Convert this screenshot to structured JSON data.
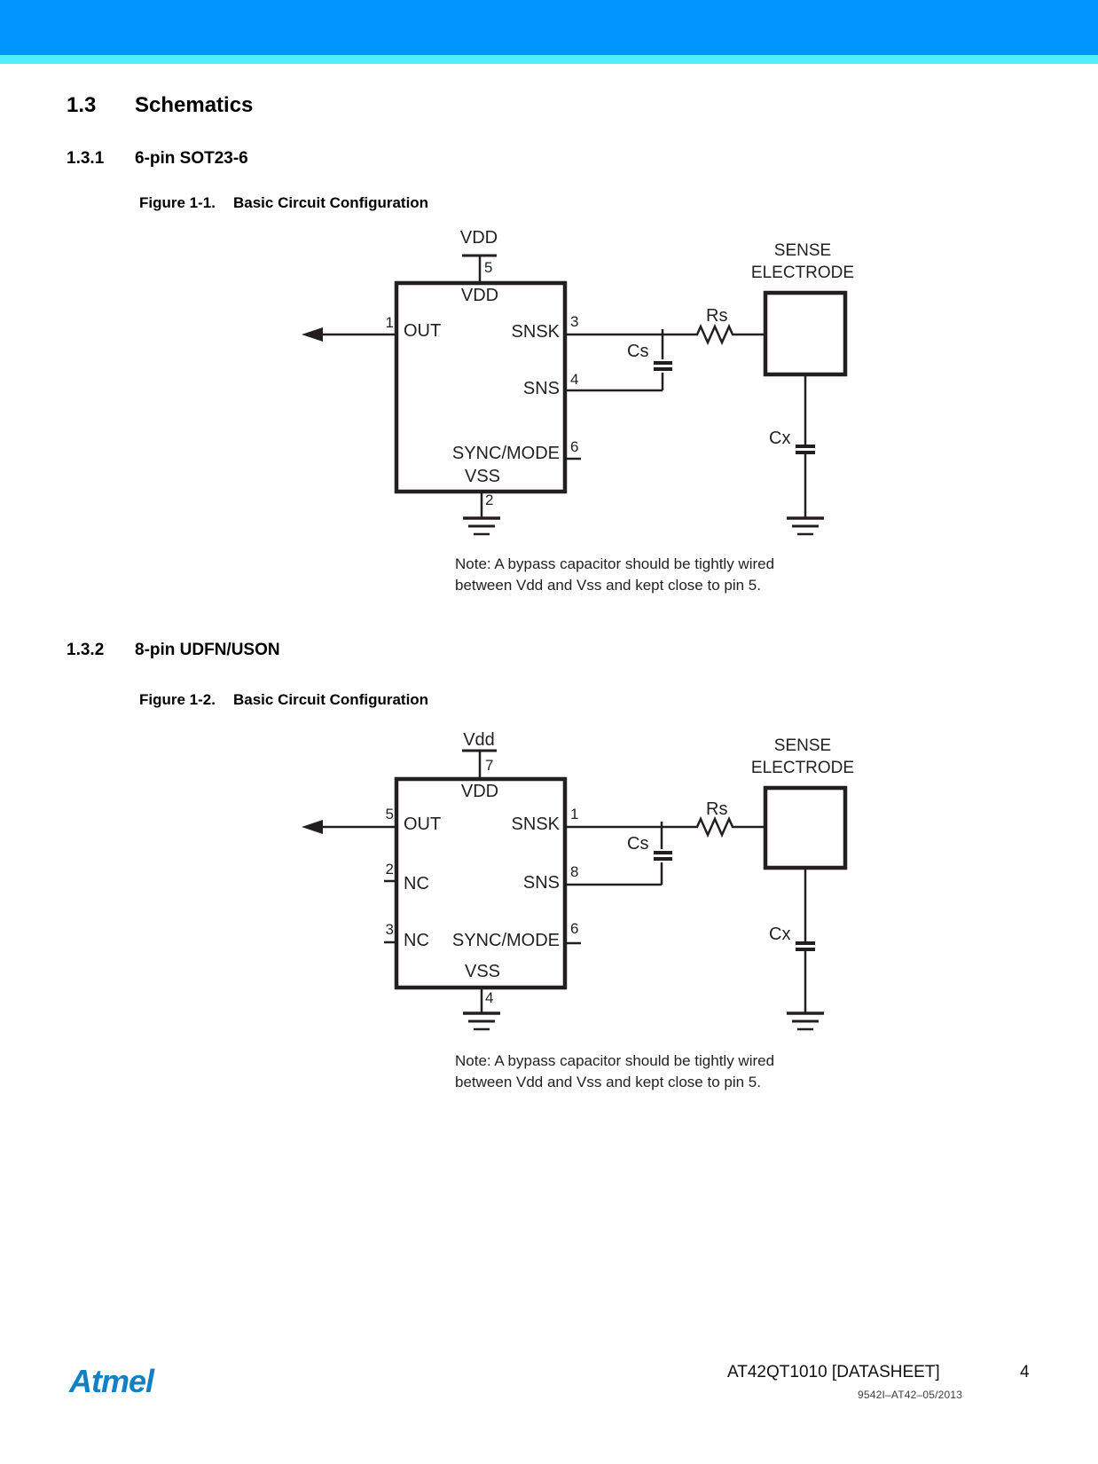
{
  "colors": {
    "header_blue": "#0095ff",
    "header_cyan": "#52ecff",
    "logo_blue": "#1380c4",
    "ink": "#231f20"
  },
  "header": {
    "section_number": "1.3",
    "section_title": "Schematics"
  },
  "sections": [
    {
      "number": "1.3.1",
      "title": "6-pin SOT23-6",
      "figure_label": "Figure 1-1.",
      "figure_title": "Basic Circuit Configuration",
      "note_line1": "Note: A bypass capacitor should be tightly wired",
      "note_line2": "between Vdd and Vss and kept close to pin 5."
    },
    {
      "number": "1.3.2",
      "title": "8-pin UDFN/USON",
      "figure_label": "Figure 1-2.",
      "figure_title": "Basic Circuit Configuration",
      "note_line1": "Note: A bypass capacitor should be tightly wired",
      "note_line2": "between Vdd and Vss and kept close to pin 5."
    }
  ],
  "figure1": {
    "power_label": "VDD",
    "power_pin_number": "5",
    "pin_vdd_label": "VDD",
    "pin_out_label": "OUT",
    "pin_out_number": "1",
    "pin_snsk_label": "SNSK",
    "pin_snsk_number": "3",
    "pin_sns_label": "SNS",
    "pin_sns_number": "4",
    "pin_sync_mode_label": "SYNC/MODE",
    "pin_sync_mode_number": "6",
    "pin_vss_label": "VSS",
    "pin_vss_number": "2",
    "resistor_label": "Rs",
    "cap_cs_label": "Cs",
    "cap_cx_label": "Cx",
    "electrode_line1": "SENSE",
    "electrode_line2": "ELECTRODE"
  },
  "figure2": {
    "power_label": "Vdd",
    "power_pin_number": "7",
    "pin_vdd_label": "VDD",
    "pin_out_label": "OUT",
    "pin_out_number": "5",
    "pin_nc1_label": "NC",
    "pin_nc1_number": "2",
    "pin_nc2_label": "NC",
    "pin_nc2_number": "3",
    "pin_snsk_label": "SNSK",
    "pin_snsk_number": "1",
    "pin_sns_label": "SNS",
    "pin_sns_number": "8",
    "pin_sync_mode_label": "SYNC/MODE",
    "pin_sync_mode_number": "6",
    "pin_vss_label": "VSS",
    "pin_vss_number": "4",
    "resistor_label": "Rs",
    "cap_cs_label": "Cs",
    "cap_cx_label": "Cx",
    "electrode_line1": "SENSE",
    "electrode_line2": "ELECTRODE"
  },
  "footer": {
    "logo_text": "Atmel",
    "document_title": "AT42QT1010 [DATASHEET]",
    "page_number": "4",
    "document_code": "9542I–AT42–05/2013"
  }
}
